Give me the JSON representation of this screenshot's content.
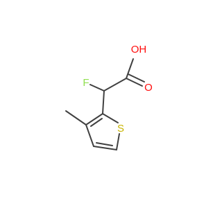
{
  "molecule": {
    "atoms": {
      "oxygen_hydroxyl": "OH",
      "oxygen_carbonyl": "O",
      "fluorine": "F",
      "sulfur": "S"
    },
    "colors": {
      "bond": "#404040",
      "oxygen": "#ff0d0d",
      "fluorine": "#90e050",
      "sulfur": "#c8b400"
    }
  }
}
